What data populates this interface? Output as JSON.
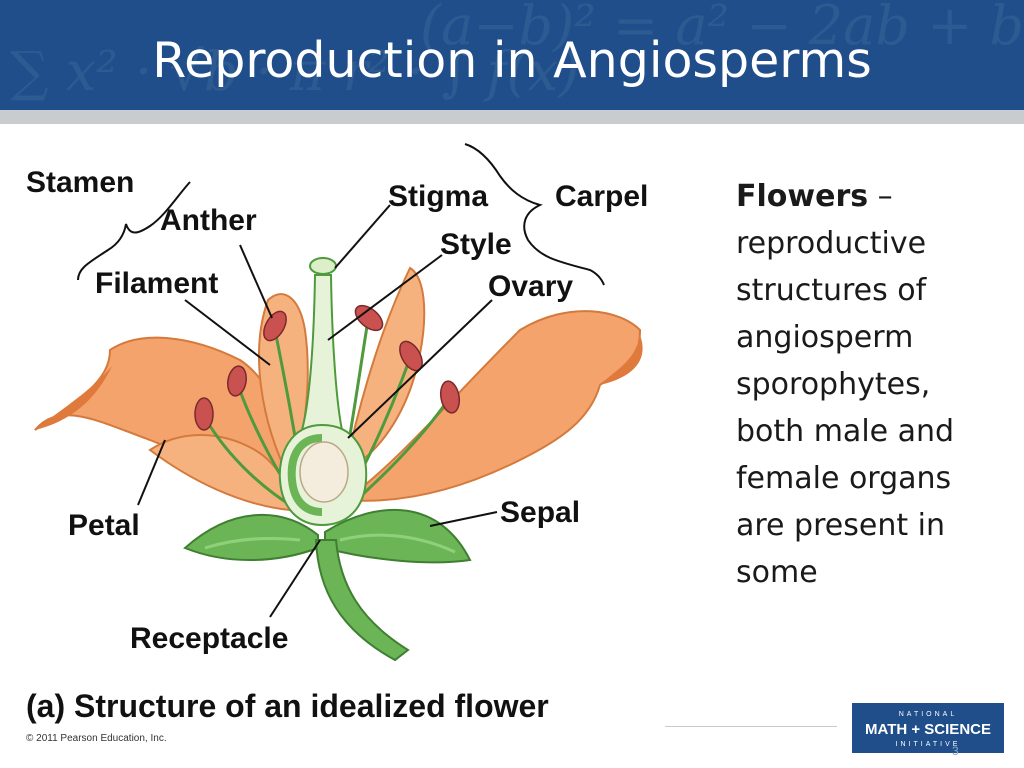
{
  "slide": {
    "title": "Reproduction in Angiosperms",
    "slide_number": "3"
  },
  "diagram": {
    "labels": {
      "stamen": "Stamen",
      "anther": "Anther",
      "filament": "Filament",
      "stigma": "Stigma",
      "style": "Style",
      "ovary": "Ovary",
      "carpel": "Carpel",
      "petal": "Petal",
      "sepal": "Sepal",
      "receptacle": "Receptacle"
    },
    "caption": "(a) Structure of an idealized flower",
    "copyright": "© 2011 Pearson Education, Inc.",
    "colors": {
      "petal": "#f4a36c",
      "petal_shadow": "#e07a3c",
      "leaf": "#6cb556",
      "anther": "#c9514f",
      "ovary_wall": "#e6f3d8"
    }
  },
  "text": {
    "term": "Flowers",
    "dash": " –",
    "definition": "reproductive structures of angiosperm sporophytes, both male and female organs are present in some"
  },
  "logo": {
    "line1": "NATIONAL",
    "line2": "MATH + SCIENCE",
    "line3": "INITIATIVE"
  },
  "theme": {
    "header_color": "#1f4e8a",
    "rule_color": "#c9cccf"
  }
}
